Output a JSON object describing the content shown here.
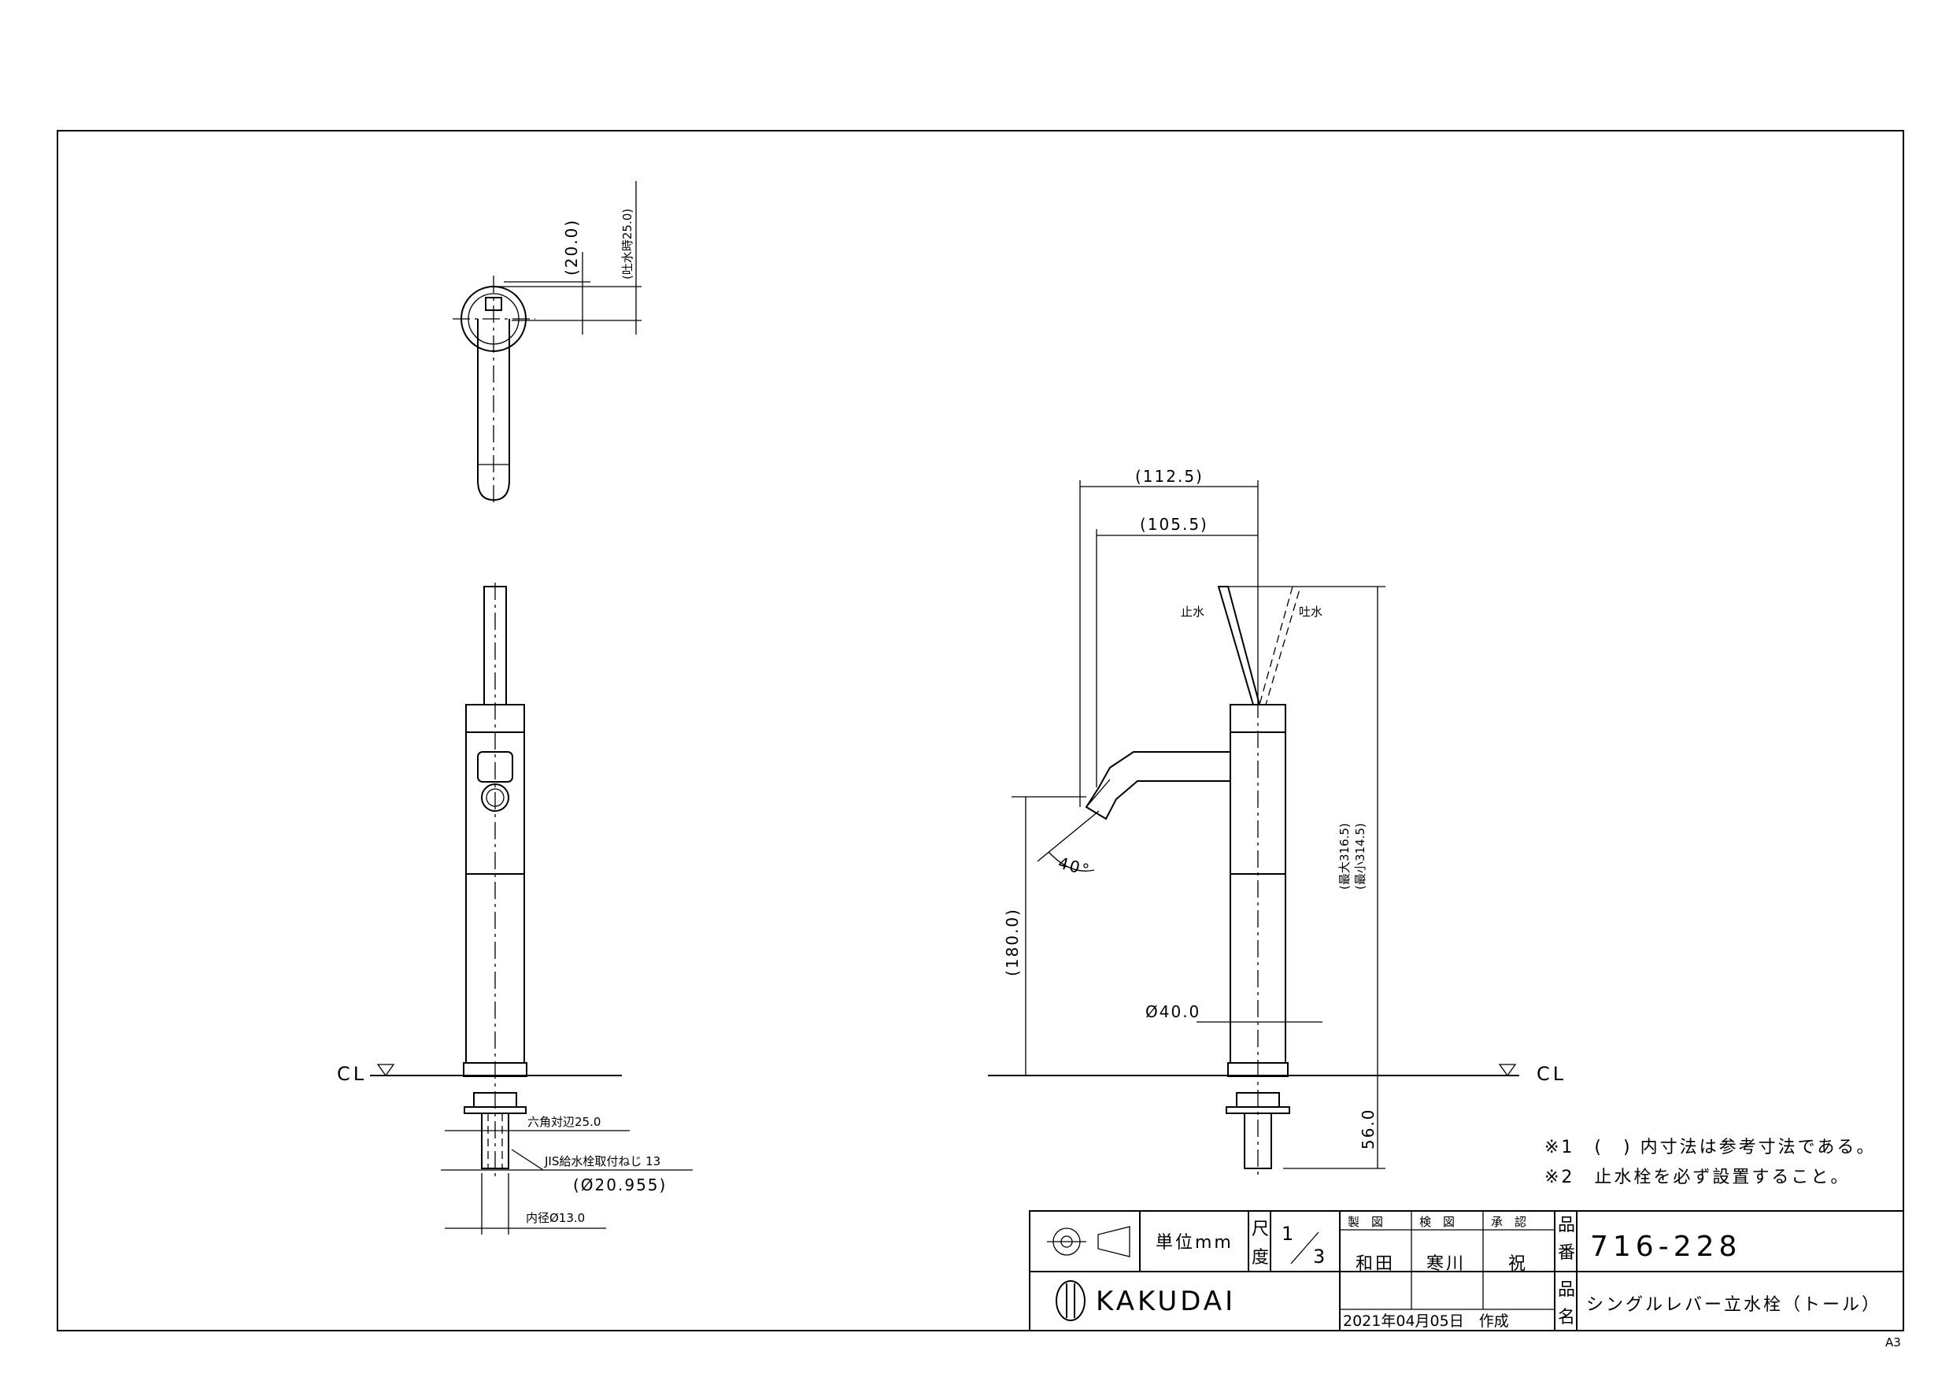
{
  "drawing": {
    "sheet_size": "A3",
    "cl_label": "CL",
    "top_view": {
      "dim_20": "(20.0)",
      "dim_25": "(吐水時25.0)"
    },
    "front_view": {
      "hex_width": "六角対辺25.0",
      "thread": "JIS給水栓取付ねじ 13",
      "thread_dia": "(Ø20.955)",
      "inner_dia": "内径Ø13.0"
    },
    "side_view": {
      "dim_112": "(112.5)",
      "dim_105": "(105.5)",
      "stop_label": "止水",
      "spout_label": "吐水",
      "angle": "40°",
      "height_max": "(最大316.5)",
      "height_min": "(最小314.5)",
      "height_spout": "(180.0)",
      "diameter": "Ø40.0",
      "below_deck": "56.0"
    },
    "notes": [
      "※1　(　) 内寸法は参考寸法である。",
      "※2　止水栓を必ず設置すること。"
    ]
  },
  "title_block": {
    "unit_label": "単位mm",
    "scale_label_1": "尺",
    "scale_label_2": "度",
    "scale_num": "1",
    "scale_den": "3",
    "made_label": "製　図",
    "checked_label": "検　図",
    "approved_label": "承　認",
    "made_by": "和田",
    "checked_by": "寒川",
    "approved_by": "祝",
    "part_no_label_1": "品",
    "part_no_label_2": "番",
    "part_no": "716-228",
    "part_name_label_1": "品",
    "part_name_label_2": "名",
    "part_name": "シングルレバー立水栓（トール）",
    "brand": "KAKUDAI",
    "date": "2021年04月05日　作成"
  }
}
